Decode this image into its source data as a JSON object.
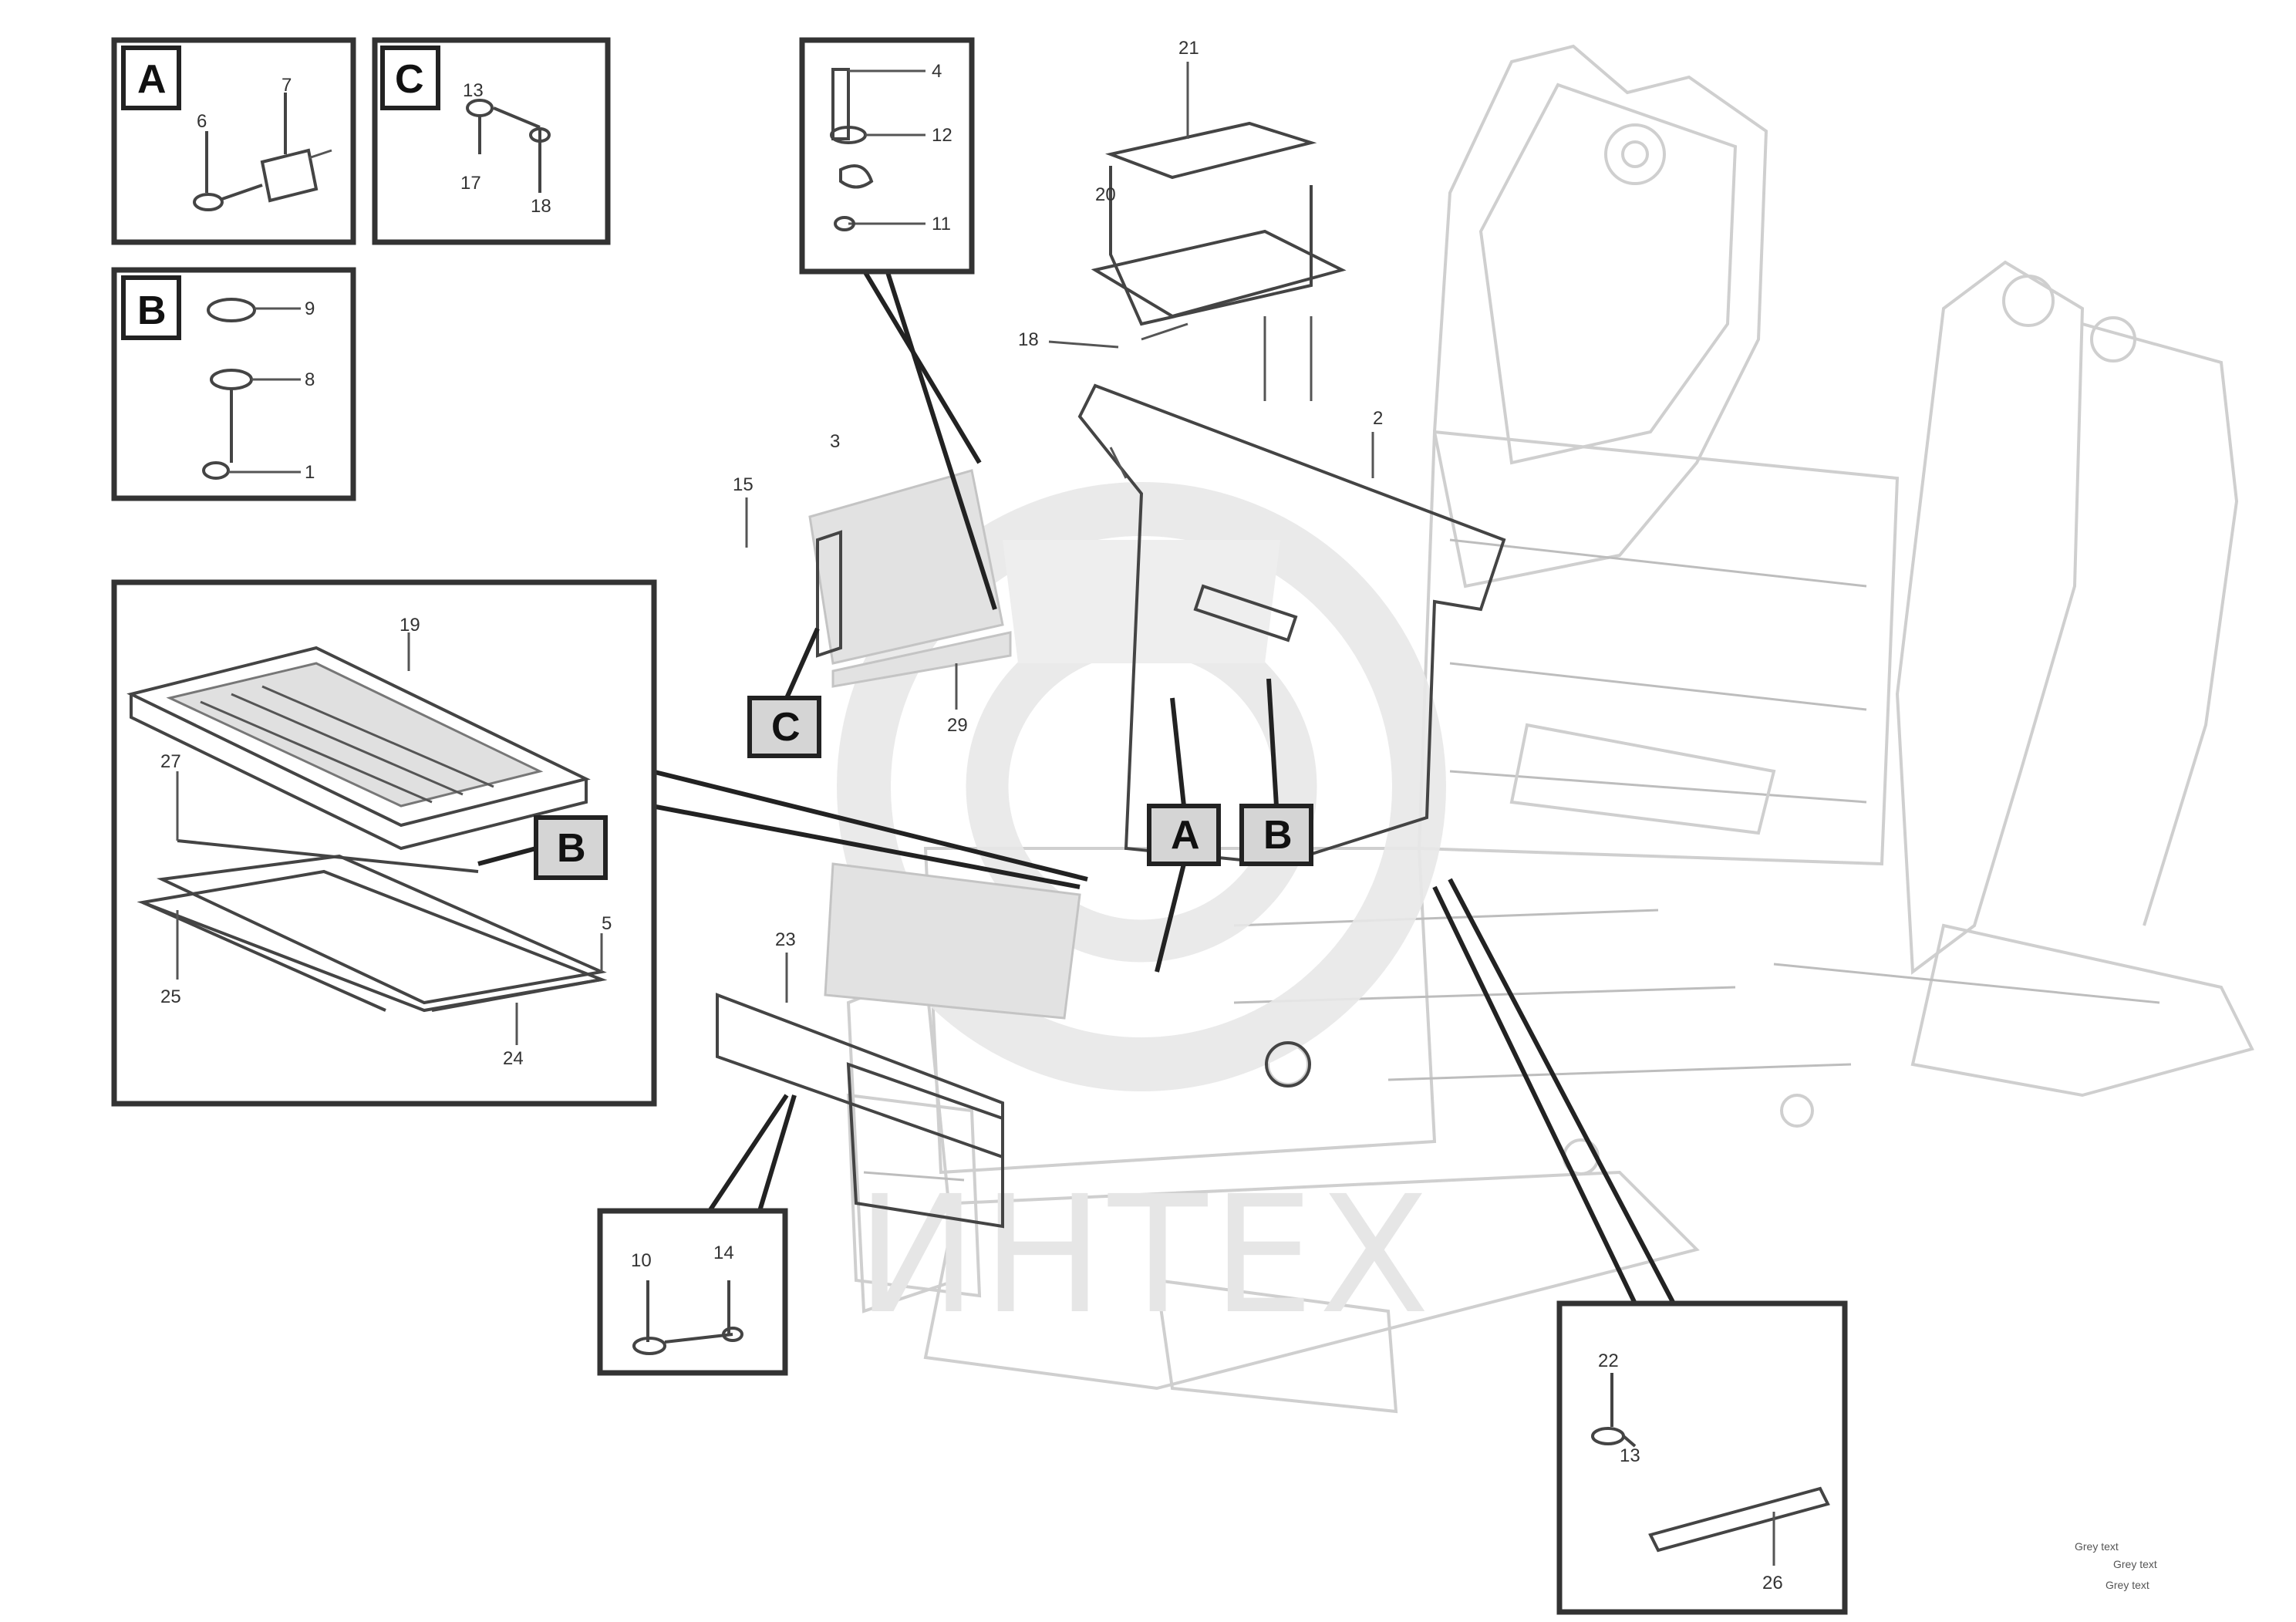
{
  "watermark": "ИНТЕХ",
  "detail_tags": {
    "A": "A",
    "B": "B",
    "C": "C"
  },
  "inset_A": {
    "tag": "A",
    "labels": [
      "6",
      "7"
    ]
  },
  "inset_C": {
    "tag": "C",
    "labels": [
      "13",
      "17",
      "18"
    ]
  },
  "inset_B_small": {
    "tag": "B",
    "labels": [
      "9",
      "8",
      "1"
    ]
  },
  "inset_top_center": {
    "labels": [
      "4",
      "12",
      "11"
    ]
  },
  "inset_platform": {
    "tag": "B",
    "labels": [
      "19",
      "27",
      "5",
      "25",
      "24"
    ]
  },
  "inset_bottom_left": {
    "labels": [
      "10",
      "14"
    ]
  },
  "inset_bottom_right": {
    "labels": [
      "22",
      "13",
      "26"
    ]
  },
  "main_labels": [
    "21",
    "20",
    "18",
    "15",
    "3",
    "2",
    "23",
    "29"
  ],
  "corner_reference": {
    "line1": "Grey text",
    "line2": "Grey text",
    "line3": "Grey text"
  }
}
